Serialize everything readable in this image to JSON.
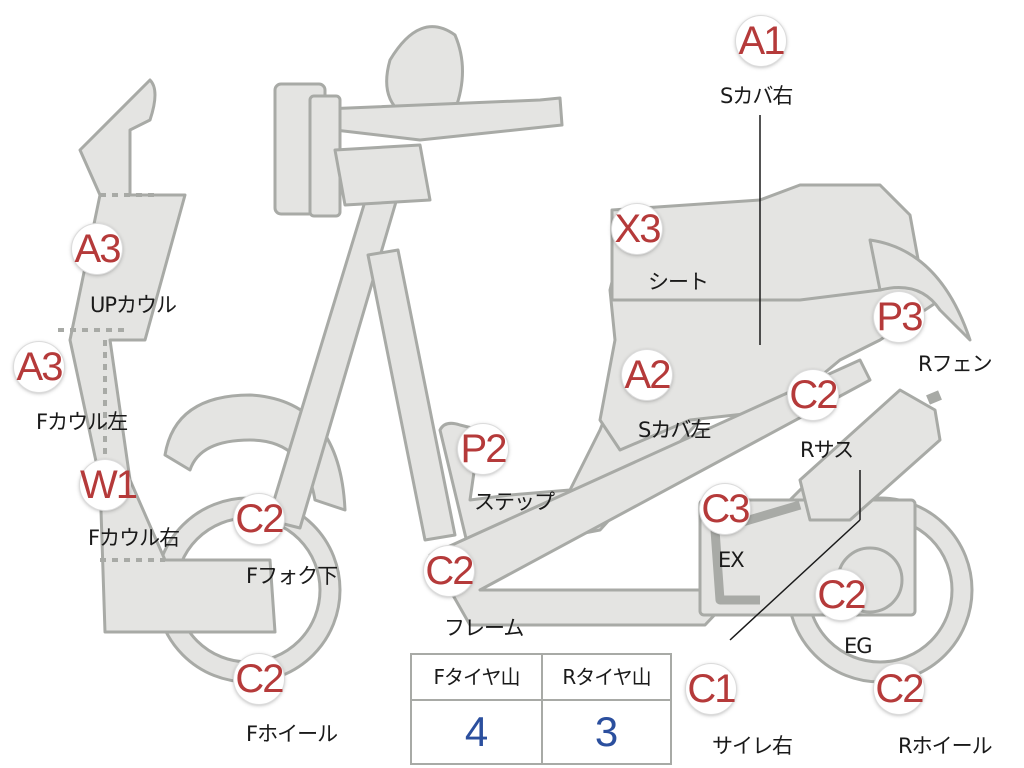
{
  "parts": [
    {
      "key": "side_cover_right",
      "code": "A1",
      "label": "Sカバ右"
    },
    {
      "key": "seat",
      "code": "X3",
      "label": "シート"
    },
    {
      "key": "up_cowl",
      "code": "A3",
      "label": "UPカウル"
    },
    {
      "key": "front_cowl_left",
      "code": "A3",
      "label": "Fカウル左"
    },
    {
      "key": "front_cowl_right",
      "code": "W1",
      "label": "Fカウル右"
    },
    {
      "key": "front_fork_lower",
      "code": "C2",
      "label": "Fフォク下"
    },
    {
      "key": "front_wheel",
      "code": "C2",
      "label": "Fホイール"
    },
    {
      "key": "step",
      "code": "P2",
      "label": "ステップ"
    },
    {
      "key": "frame",
      "code": "C2",
      "label": "フレーム"
    },
    {
      "key": "side_cover_left",
      "code": "A2",
      "label": "Sカバ左"
    },
    {
      "key": "rear_fender",
      "code": "P3",
      "label": "Rフェン"
    },
    {
      "key": "rear_suspension",
      "code": "C2",
      "label": "Rサス"
    },
    {
      "key": "exhaust",
      "code": "C3",
      "label": "EX"
    },
    {
      "key": "engine",
      "code": "C2",
      "label": "EG"
    },
    {
      "key": "muffler_right",
      "code": "C1",
      "label": "サイレ右"
    },
    {
      "key": "rear_wheel",
      "code": "C2",
      "label": "Rホイール"
    }
  ],
  "tire_tread": {
    "front_header": "Fタイヤ山",
    "rear_header": "Rタイヤ山",
    "front_value": "4",
    "rear_value": "3"
  },
  "colors": {
    "body_fill": "#e4e4e2",
    "body_stroke": "#a8aaa6",
    "code_red": "#b53a3a",
    "value_blue": "#2b4f9e"
  }
}
